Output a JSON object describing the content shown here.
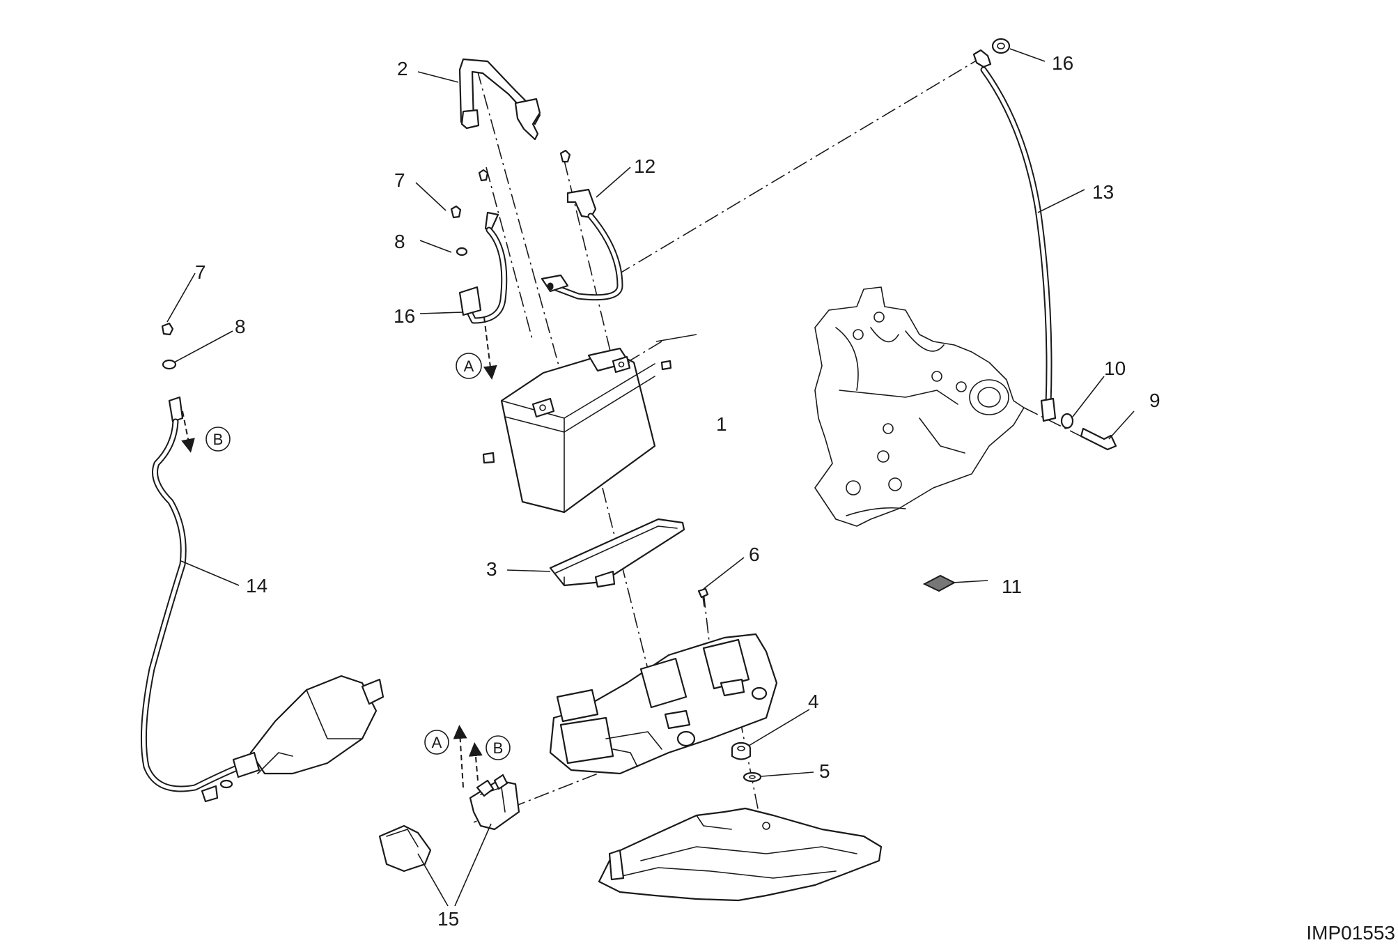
{
  "diagram": {
    "drawing_code": "IMP01553",
    "callouts": {
      "c1": "1",
      "c2": "2",
      "c3": "3",
      "c4": "4",
      "c5": "5",
      "c6": "6",
      "c7a": "7",
      "c7b": "7",
      "c8a": "8",
      "c8b": "8",
      "c9": "9",
      "c10": "10",
      "c11": "11",
      "c12": "12",
      "c13": "13",
      "c14": "14",
      "c15": "15",
      "c16a": "16",
      "c16b": "16"
    },
    "connection_markers": {
      "a_top": "A",
      "b_top": "B",
      "a_bottom": "A",
      "b_bottom": "B"
    }
  }
}
